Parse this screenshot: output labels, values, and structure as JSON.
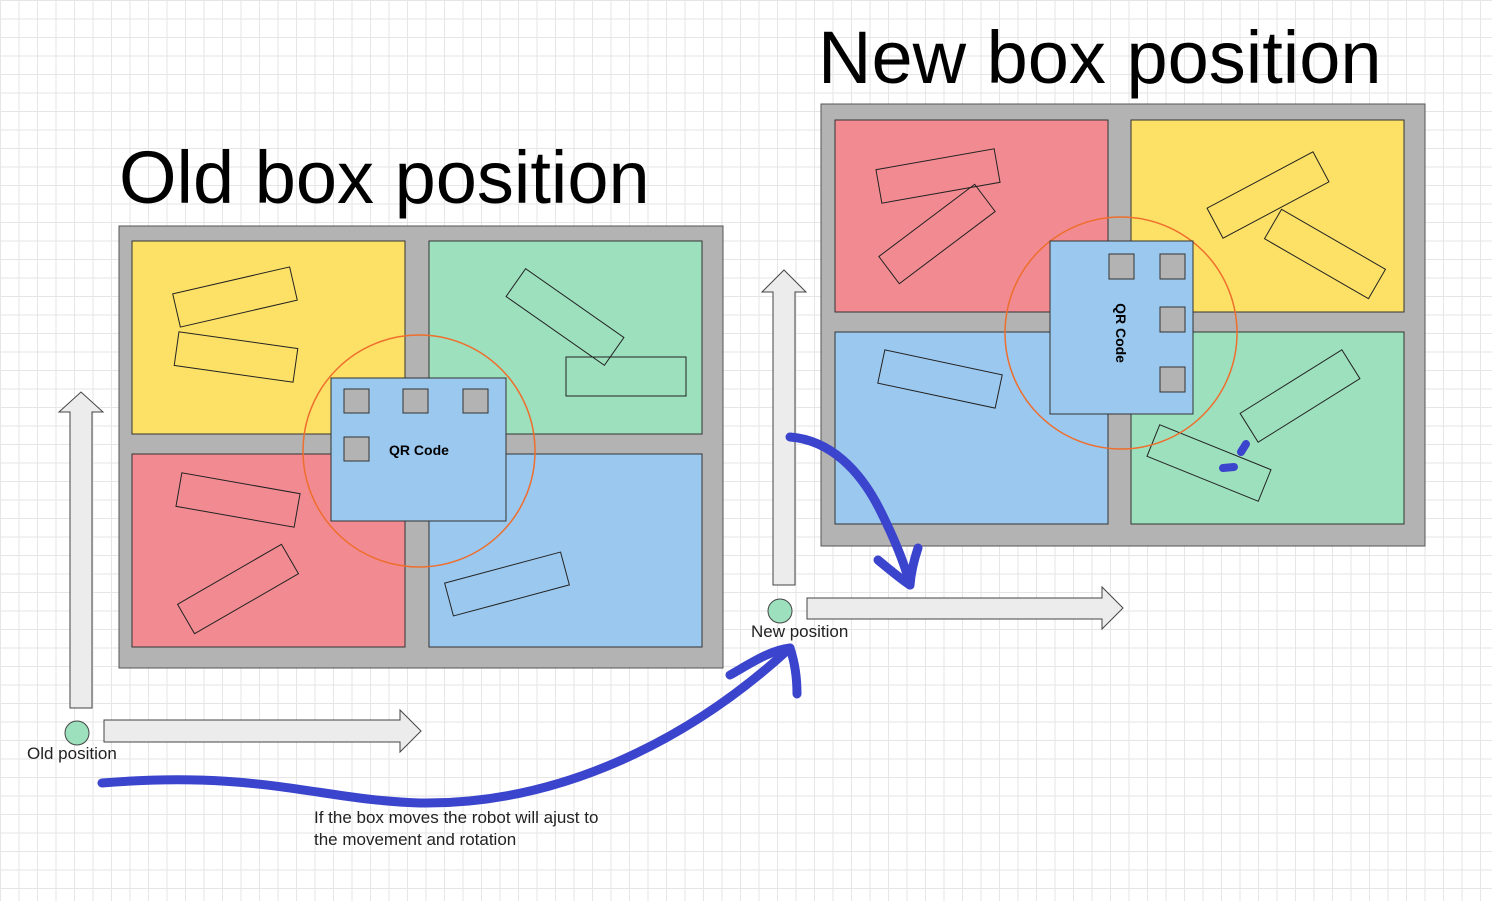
{
  "labels": {
    "old_title": "Old box position",
    "new_title": "New box position",
    "qr_old": "QR Code",
    "qr_new": "QR Code",
    "old_position": "Old position",
    "new_position": "New position",
    "note_line1": "If the box moves the robot will ajust to",
    "note_line2": "the movement and rotation"
  },
  "colors": {
    "frame": "#b3b3b3",
    "yellow": "#fde166",
    "green": "#9de0bd",
    "red": "#f28b91",
    "blue": "#9bc8ef",
    "qr": "#9bc8ef",
    "qr_square": "#b3b3b3",
    "circle": "#ee6e2d",
    "arrow_fill": "#ececec",
    "position_dot": "#9de0bd",
    "stroke_annotation": "#3b44cc"
  }
}
